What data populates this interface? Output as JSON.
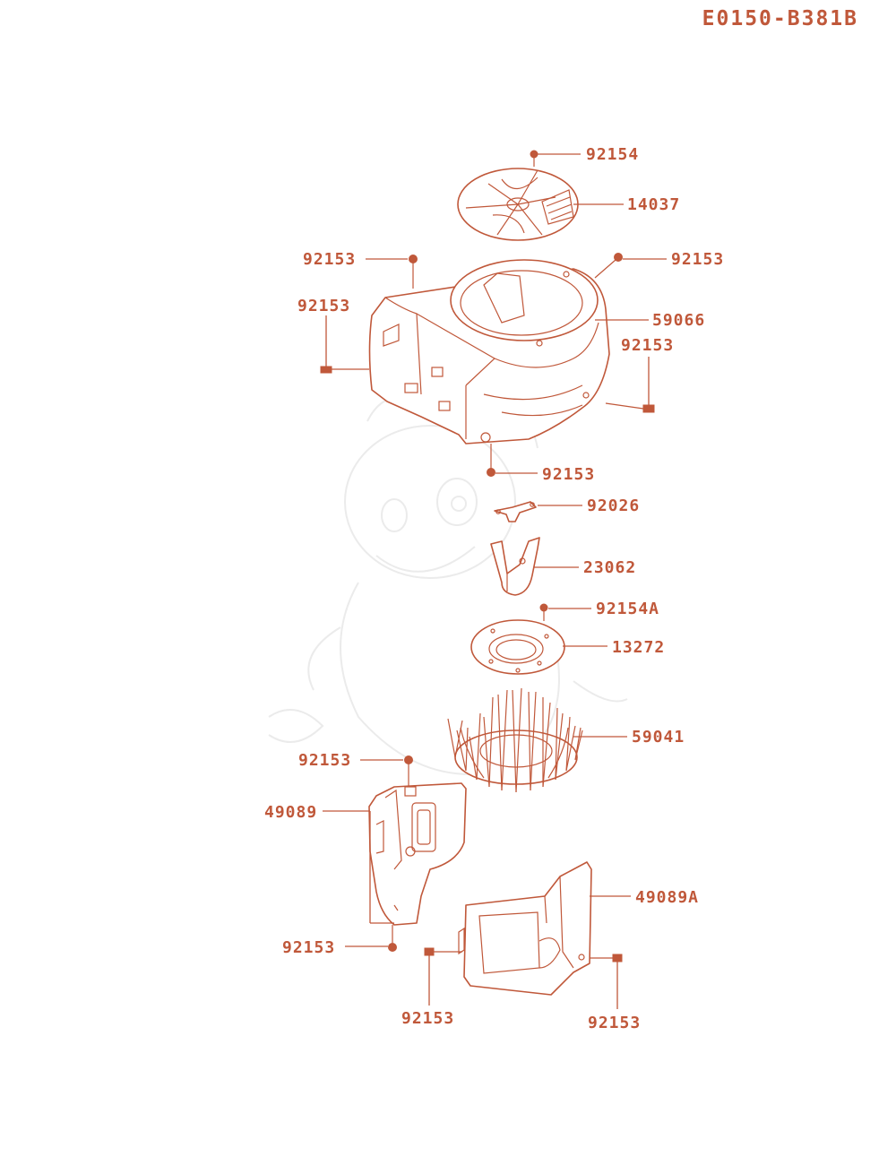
{
  "diagram_code": "E0150-B381B",
  "colors": {
    "ink": "#c0583a",
    "watermark": "#ebebeb"
  },
  "callouts": {
    "c92154_top": "92154",
    "c14037": "14037",
    "c92153_left_top": "92153",
    "c92153_right_top": "92153",
    "c92153_left_side": "92153",
    "c59066": "59066",
    "c92153_right_side": "92153",
    "c92153_bottom_housing": "92153",
    "c92026": "92026",
    "c23062": "23062",
    "c92154A": "92154A",
    "c13272": "13272",
    "c59041": "59041",
    "c92153_cover_top": "92153",
    "c49089": "49089",
    "c92153_cover_bottom": "92153",
    "c49089A": "49089A",
    "c92153_shroud_left": "92153",
    "c92153_shroud_right": "92153"
  },
  "icons": {
    "watermark": "cartoon-mascot-watermark"
  }
}
